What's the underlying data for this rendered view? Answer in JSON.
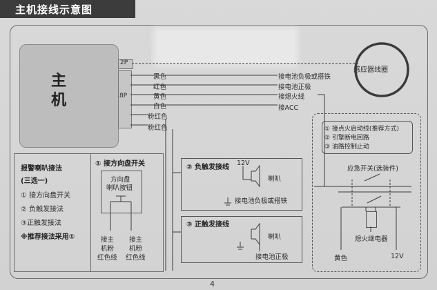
{
  "header": {
    "title": "主机接线示意图"
  },
  "host": {
    "label_line1": "主",
    "label_line2": "机",
    "connector_2p": "2P",
    "connector_8p": "8P"
  },
  "sensor": {
    "label": "感应器线圈"
  },
  "wires": [
    {
      "color": "黑色",
      "target": "接电池负极或搭铁"
    },
    {
      "color": "红色",
      "target": "接电池正极"
    },
    {
      "color": "黄色",
      "target": "接熄火线"
    },
    {
      "color": "白色",
      "target": "接ACC"
    },
    {
      "color": "粉红色",
      "target": ""
    },
    {
      "color": "粉红色",
      "target": ""
    }
  ],
  "relay_panel": {
    "notes": [
      "① 接点火启动线(推荐方式)",
      "② 引擎断电回路",
      "③ 油路控制止动"
    ],
    "switch_label": "应急开关(选装件)",
    "relay_label": "熄火继电器",
    "wire_yellow": "黄色",
    "wire_12v": "12V"
  },
  "horn_methods": {
    "title": "报警喇叭接法",
    "subtitle": "(三选一)",
    "items": [
      "① 接方向盘开关",
      "② 负触发接法",
      "③正触发接法"
    ],
    "recommend": "※推荐接法采用①"
  },
  "steering": {
    "title": "① 接方向盘开关",
    "button_line1": "方向盘",
    "button_line2": "喇叭按钮",
    "left_lines": [
      "接主",
      "机粉",
      "红色线"
    ],
    "right_lines": [
      "接主",
      "机粉",
      "红色线"
    ]
  },
  "negative": {
    "title": "② 负触发接线",
    "voltage": "12V",
    "horn": "喇叭",
    "ground": "接电池负极或搭铁"
  },
  "positive": {
    "title": "③ 正触发接线",
    "horn": "喇叭",
    "battery": "接电池正极"
  },
  "page_number": "4"
}
